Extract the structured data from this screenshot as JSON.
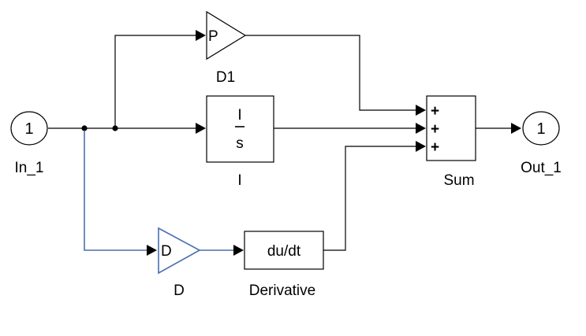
{
  "blocks": {
    "in_port": {
      "number": "1",
      "name": "In_1"
    },
    "out_port": {
      "number": "1",
      "name": "Out_1"
    },
    "gain_p": {
      "symbol": "P",
      "name": "D1"
    },
    "integrator": {
      "numerator": "I",
      "denominator": "s",
      "name": "I"
    },
    "gain_d": {
      "symbol": "D",
      "name": "D"
    },
    "derivative": {
      "text": "du/dt",
      "name": "Derivative"
    },
    "sum": {
      "signs": [
        "+",
        "+",
        "+"
      ],
      "name": "Sum"
    }
  },
  "colors": {
    "wire": "#000000",
    "selected": "#4a6fb0"
  }
}
